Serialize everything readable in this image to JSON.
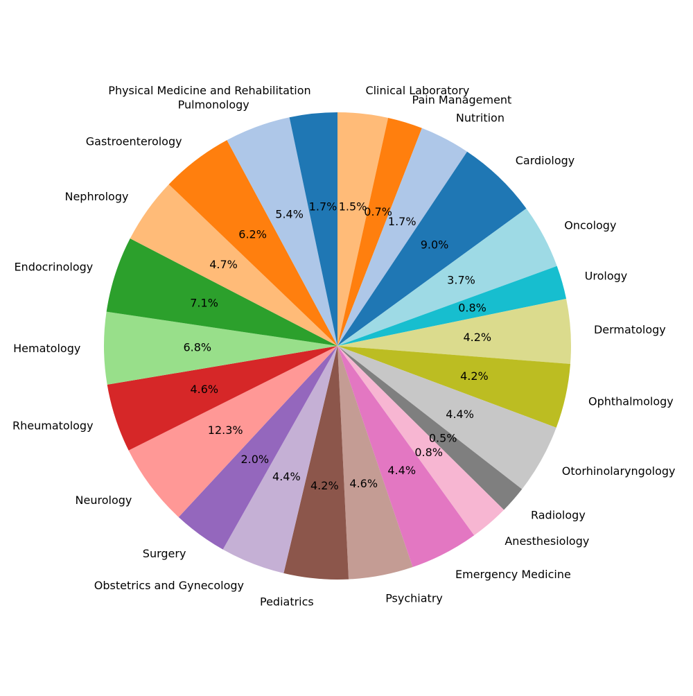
{
  "chart_data": {
    "type": "pie",
    "start_angle_deg": 90,
    "direction": "clockwise",
    "slices": [
      {
        "label": "Clinical Laboratory",
        "pct_label": "1.5%",
        "value": 3.9,
        "color": "#ffbb78"
      },
      {
        "label": "Pain Management",
        "pct_label": "0.7%",
        "value": 2.7,
        "color": "#ff7f0e"
      },
      {
        "label": "Nutrition",
        "pct_label": "1.7%",
        "value": 3.9,
        "color": "#aec7e8"
      },
      {
        "label": "Cardiology",
        "pct_label": "9.0%",
        "value": 6.3,
        "color": "#1f77b4"
      },
      {
        "label": "Oncology",
        "pct_label": "3.7%",
        "value": 5.0,
        "color": "#9edae5"
      },
      {
        "label": "Urology",
        "pct_label": "0.8%",
        "value": 2.6,
        "color": "#17becf"
      },
      {
        "label": "Dermatology",
        "pct_label": "4.2%",
        "value": 5.0,
        "color": "#dbdb8d"
      },
      {
        "label": "Ophthalmology",
        "pct_label": "4.2%",
        "value": 5.0,
        "color": "#bcbd22"
      },
      {
        "label": "Otorhinolaryngology",
        "pct_label": "4.4%",
        "value": 5.4,
        "color": "#c7c7c7"
      },
      {
        "label": "Radiology",
        "pct_label": "0.5%",
        "value": 2.1,
        "color": "#7f7f7f"
      },
      {
        "label": "Anesthesiology",
        "pct_label": "0.8%",
        "value": 3.0,
        "color": "#f7b6d2"
      },
      {
        "label": "Emergency Medicine",
        "pct_label": "4.4%",
        "value": 5.3,
        "color": "#e377c2"
      },
      {
        "label": "Psychiatry",
        "pct_label": "4.6%",
        "value": 5.0,
        "color": "#c49c94"
      },
      {
        "label": "Pediatrics",
        "pct_label": "4.2%",
        "value": 5.0,
        "color": "#8c564b"
      },
      {
        "label": "Obstetrics and Gynecology",
        "pct_label": "4.4%",
        "value": 5.0,
        "color": "#c5b0d5"
      },
      {
        "label": "Surgery",
        "pct_label": "2.0%",
        "value": 4.2,
        "color": "#9467bd"
      },
      {
        "label": "Neurology",
        "pct_label": "12.3%",
        "value": 6.4,
        "color": "#ff9896"
      },
      {
        "label": "Rheumatology",
        "pct_label": "4.6%",
        "value": 5.3,
        "color": "#d62728"
      },
      {
        "label": "Hematology",
        "pct_label": "6.8%",
        "value": 5.6,
        "color": "#98df8a"
      },
      {
        "label": "Endocrinology",
        "pct_label": "7.1%",
        "value": 5.9,
        "color": "#2ca02c"
      },
      {
        "label": "Nephrology",
        "pct_label": "4.7%",
        "value": 5.1,
        "color": "#ffbb78"
      },
      {
        "label": "Gastroenterology",
        "pct_label": "6.2%",
        "value": 5.6,
        "color": "#ff7f0e"
      },
      {
        "label": "Pulmonology",
        "pct_label": "5.4%",
        "value": 5.1,
        "color": "#aec7e8"
      },
      {
        "label": "Physical Medicine and Rehabilitation",
        "pct_label": "1.7%",
        "value": 3.7,
        "color": "#1f77b4"
      }
    ]
  }
}
